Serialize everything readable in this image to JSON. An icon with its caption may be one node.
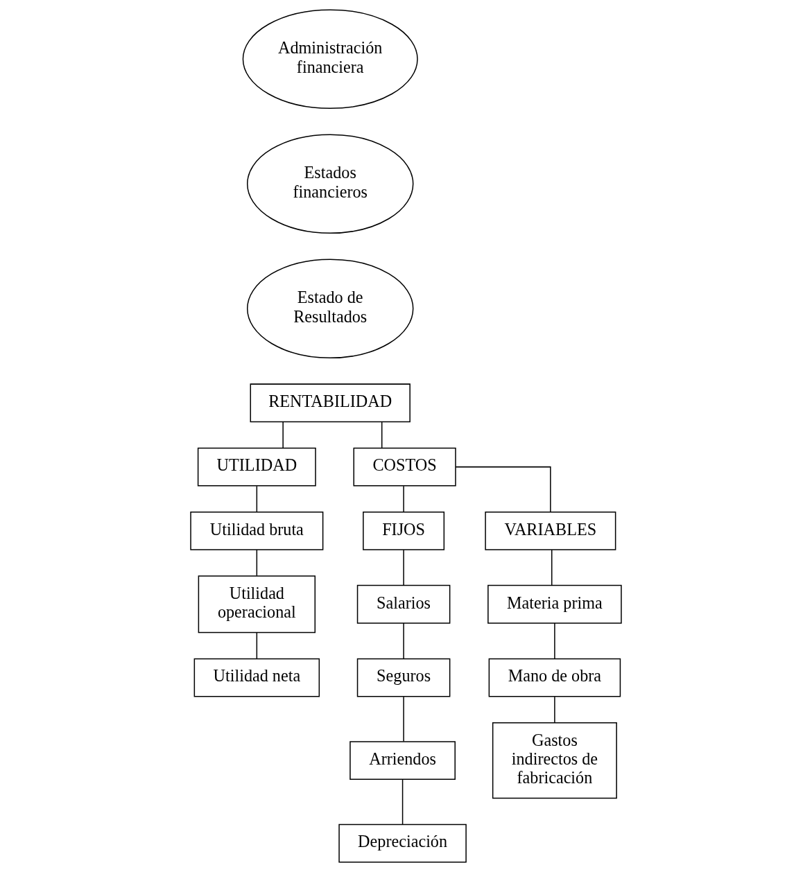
{
  "diagram": {
    "nodes": [
      {
        "text": [
          "Administración financiera"
        ]
      },
      {
        "text": [
          "Estados financieros"
        ]
      },
      {
        "text": [
          "Estado de Resultados"
        ]
      },
      {
        "text": [
          "RENTABILIDAD"
        ]
      },
      {
        "text": [
          "UTILIDAD"
        ]
      },
      {
        "text": [
          "COSTOS"
        ]
      },
      {
        "text": [
          "Utilidad bruta"
        ]
      },
      {
        "text": [
          "Utilidad operacional"
        ]
      },
      {
        "text": [
          "Utilidad neta"
        ]
      },
      {
        "text": [
          "FIJOS"
        ]
      },
      {
        "text": [
          "VARIABLES"
        ]
      },
      {
        "text": [
          "Salarios"
        ]
      },
      {
        "text": [
          "Seguros"
        ]
      },
      {
        "text": [
          "Arriendos"
        ]
      },
      {
        "text": [
          "Depreciación"
        ]
      },
      {
        "text": [
          "Materia prima"
        ]
      },
      {
        "text": [
          "Mano de obra"
        ]
      },
      {
        "text": [
          "Gastos indirectos de fabricación"
        ]
      }
    ],
    "edges": [
      {
        "from": 3,
        "to": 4,
        "arrow": "none"
      },
      {
        "from": 3,
        "to": 5,
        "arrow": "none"
      },
      {
        "from": 4,
        "to": 6,
        "arrow": "none"
      },
      {
        "from": 6,
        "to": 7,
        "arrow": "none"
      },
      {
        "from": 7,
        "to": 8,
        "arrow": "none"
      },
      {
        "from": 5,
        "to": 9,
        "arrow": "none"
      },
      {
        "from": 5,
        "to": 10,
        "arrow": "none"
      },
      {
        "from": 9,
        "to": 11,
        "arrow": "none"
      },
      {
        "from": 11,
        "to": 12,
        "arrow": "none"
      },
      {
        "from": 12,
        "to": 13,
        "arrow": "none"
      },
      {
        "from": 13,
        "to": 14,
        "arrow": "none"
      },
      {
        "from": 10,
        "to": 15,
        "arrow": "none"
      },
      {
        "from": 15,
        "to": 16,
        "arrow": "none"
      },
      {
        "from": 16,
        "to": 17,
        "arrow": "none"
      }
    ]
  }
}
